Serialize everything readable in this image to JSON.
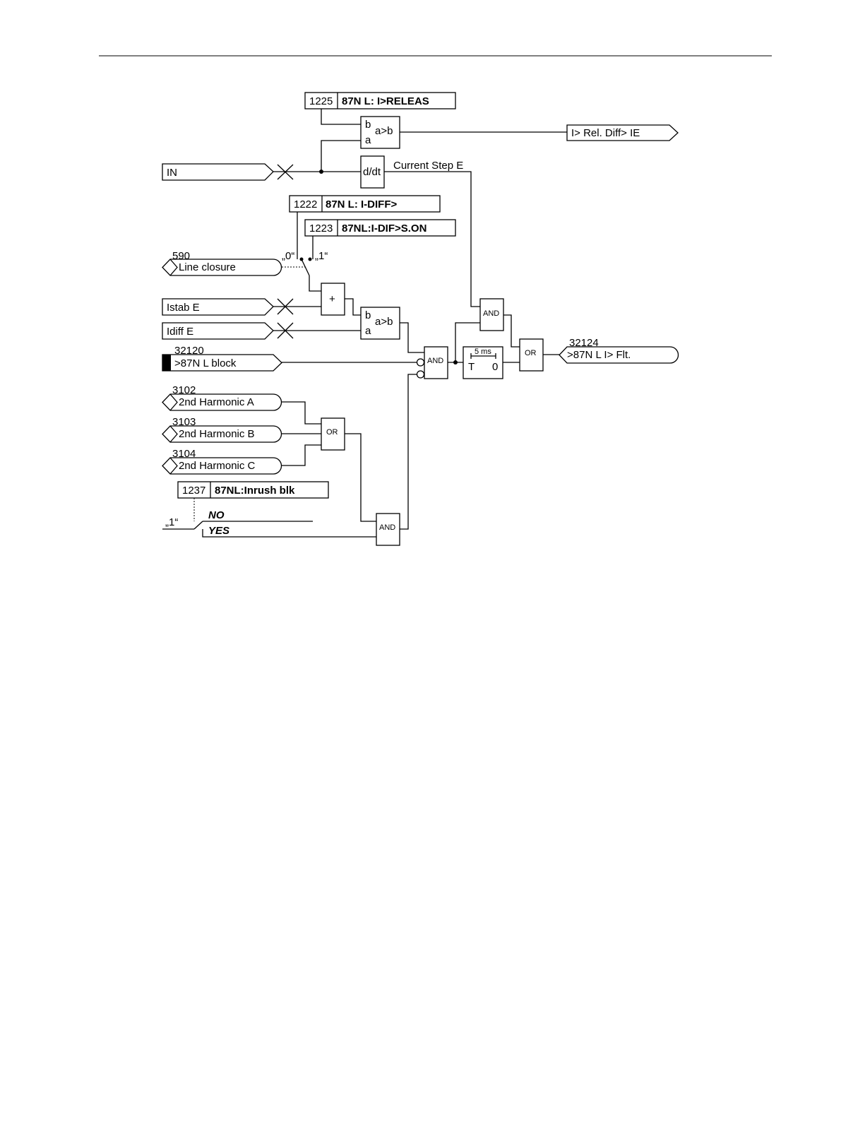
{
  "params": {
    "p1225": {
      "num": "1225",
      "name": "87N L: I>RELEAS"
    },
    "p1222": {
      "num": "1222",
      "name": "87N L: I-DIFF>"
    },
    "p1223": {
      "num": "1223",
      "name": "87NL:I-DIF>S.ON"
    },
    "p1237": {
      "num": "1237",
      "name": "87NL:Inrush blk"
    }
  },
  "inputs": {
    "in": "IN",
    "istab": "Istab E",
    "idiff": "Idiff E",
    "line_closure": {
      "num": "590",
      "label": "Line closure"
    },
    "block": {
      "num": "32120",
      "label": ">87N L block"
    },
    "harm_a": {
      "num": "3102",
      "label": "2nd Harmonic A"
    },
    "harm_b": {
      "num": "3103",
      "label": "2nd Harmonic B"
    },
    "harm_c": {
      "num": "3104",
      "label": "2nd Harmonic C"
    }
  },
  "outputs": {
    "rel_diff": "I> Rel. Diff> IE",
    "flt": {
      "num": "32124",
      "label": ">87N L I> Flt."
    }
  },
  "blocks": {
    "cmp_b": "b",
    "cmp_op": "a>b",
    "cmp_a": "a",
    "ddt": "d/dt",
    "current_step": "Current Step E",
    "plus": "+",
    "and": "AND",
    "or": "OR",
    "timer_delay": "5 ms",
    "timer_t": "T",
    "timer_0": "0"
  },
  "switch_labels": {
    "zero": "„0“",
    "one": "„1“",
    "inrush_one": "„1“",
    "no": "NO",
    "yes": "YES"
  }
}
